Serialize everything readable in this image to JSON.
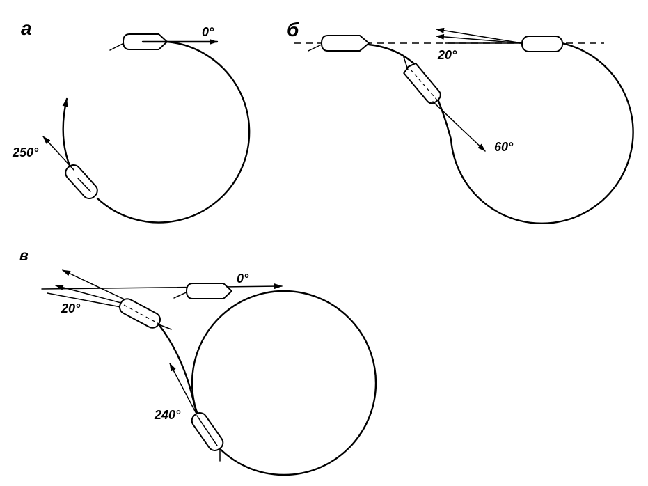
{
  "panels": {
    "a": {
      "label": "а",
      "angles": {
        "start": "0°",
        "turn": "250°"
      }
    },
    "b": {
      "label": "б",
      "angles": {
        "drift": "20°",
        "turn": "60°"
      }
    },
    "v": {
      "label": "в",
      "angles": {
        "start": "0°",
        "drift": "20°",
        "turn": "240°"
      }
    }
  }
}
